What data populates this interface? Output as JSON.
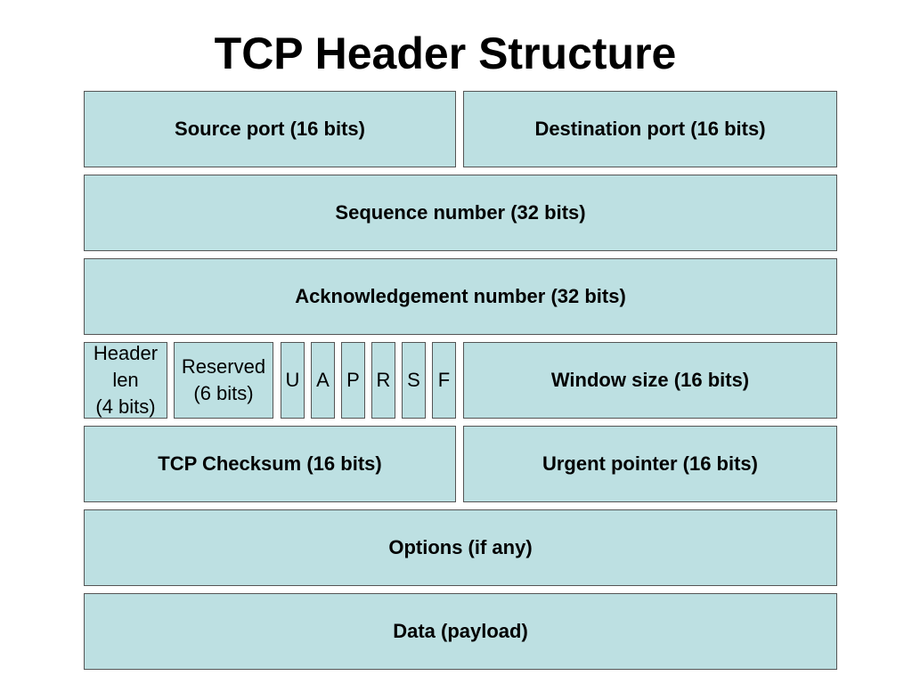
{
  "title": "TCP Header Structure",
  "fields": {
    "source_port": "Source port (16 bits)",
    "destination_port": "Destination port (16 bits)",
    "sequence_number": "Sequence number (32 bits)",
    "ack_number": "Acknowledgement number (32 bits)",
    "header_len": [
      "Header",
      "len",
      "(4 bits)"
    ],
    "reserved": [
      "Reserved",
      "(6 bits)"
    ],
    "flags": [
      "U",
      "A",
      "P",
      "R",
      "S",
      "F"
    ],
    "window_size": "Window size (16 bits)",
    "checksum": "TCP Checksum (16 bits)",
    "urgent_pointer": "Urgent pointer (16 bits)",
    "options": "Options (if any)",
    "data": "Data (payload)"
  },
  "colors": {
    "box_fill": "#bde0e2",
    "box_border": "#555555"
  }
}
